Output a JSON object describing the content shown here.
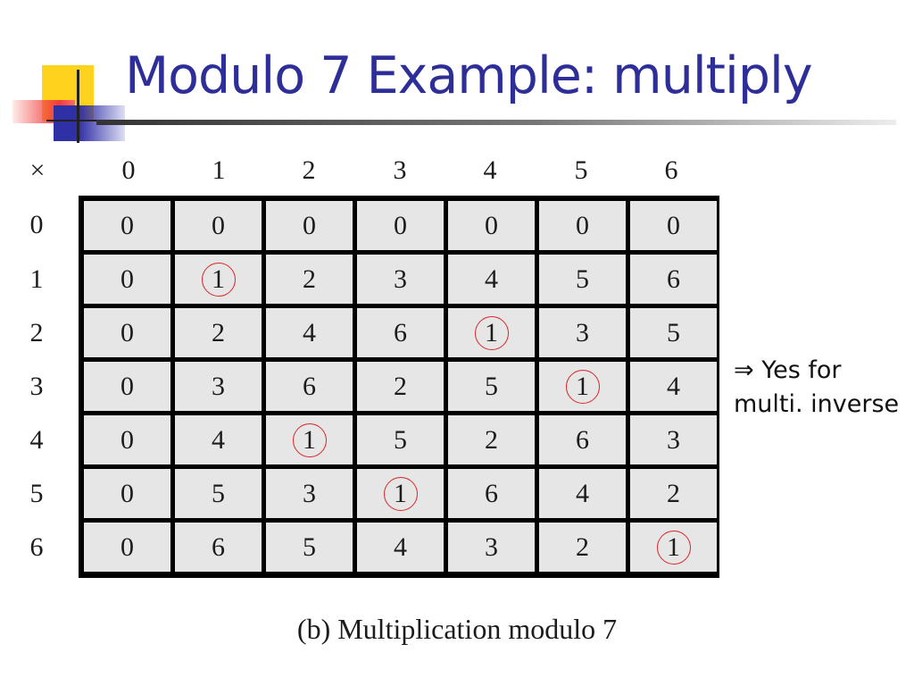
{
  "slide": {
    "title": "Modulo 7 Example: multiply",
    "note_line1": "⇒ Yes for",
    "note_line2": "multi. inverse",
    "caption": "(b) Multiplication modulo 7"
  },
  "table": {
    "corner": "×",
    "col_headers": [
      "0",
      "1",
      "2",
      "3",
      "4",
      "5",
      "6"
    ],
    "row_headers": [
      "0",
      "1",
      "2",
      "3",
      "4",
      "5",
      "6"
    ],
    "rows": [
      [
        "0",
        "0",
        "0",
        "0",
        "0",
        "0",
        "0"
      ],
      [
        "0",
        "1",
        "2",
        "3",
        "4",
        "5",
        "6"
      ],
      [
        "0",
        "2",
        "4",
        "6",
        "1",
        "3",
        "5"
      ],
      [
        "0",
        "3",
        "6",
        "2",
        "5",
        "1",
        "4"
      ],
      [
        "0",
        "4",
        "1",
        "5",
        "2",
        "6",
        "3"
      ],
      [
        "0",
        "5",
        "3",
        "1",
        "6",
        "4",
        "2"
      ],
      [
        "0",
        "6",
        "5",
        "4",
        "3",
        "2",
        "1"
      ]
    ],
    "circled_value": "1",
    "circle_color": "#d9262a"
  },
  "colors": {
    "title": "#2e2e99",
    "cell_background": "#e6e6e6",
    "grid_lines": "#000000"
  }
}
